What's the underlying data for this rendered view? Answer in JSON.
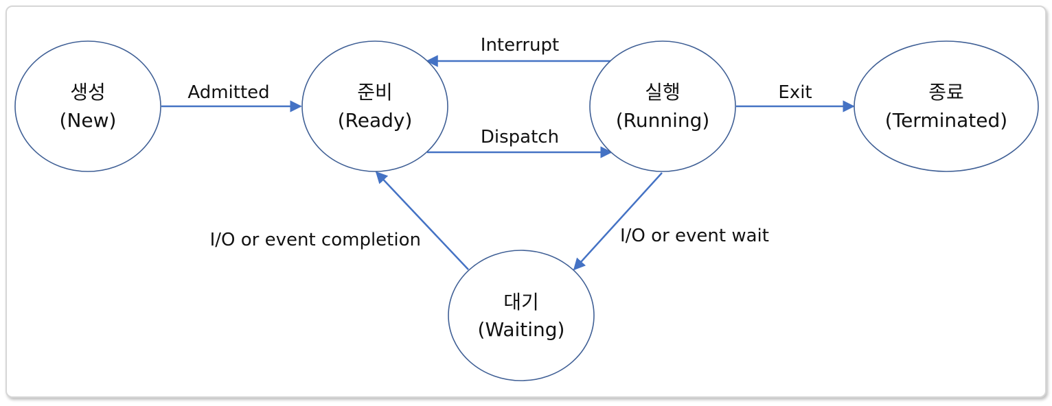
{
  "states": {
    "new": {
      "ko": "생성",
      "en": "(New)"
    },
    "ready": {
      "ko": "준비",
      "en": "(Ready)"
    },
    "running": {
      "ko": "실행",
      "en": "(Running)"
    },
    "terminated": {
      "ko": "종료",
      "en": "(Terminated)"
    },
    "waiting": {
      "ko": "대기",
      "en": "(Waiting)"
    }
  },
  "transitions": {
    "admitted": "Admitted",
    "interrupt": "Interrupt",
    "dispatch": "Dispatch",
    "exit": "Exit",
    "io_wait": "I/O or event wait",
    "io_completion": "I/O or event completion"
  },
  "colors": {
    "edge": "#4472c4",
    "state_border": "#3f5f95",
    "frame_border": "#d6d6d6"
  }
}
